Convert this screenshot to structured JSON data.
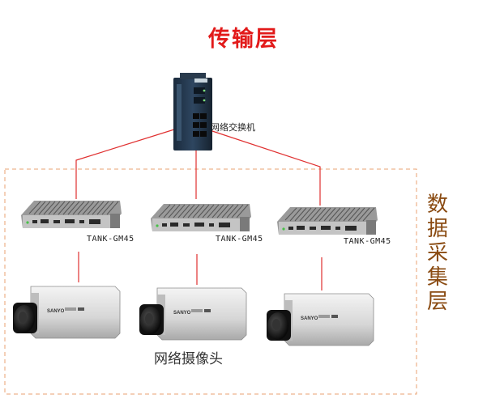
{
  "diagram": {
    "title": "传输层",
    "switch": {
      "label": "网络交换机",
      "icon": "industrial-ethernet-switch"
    },
    "computers": [
      {
        "label": "TANK-GM45",
        "icon": "fanless-embedded-pc"
      },
      {
        "label": "TANK-GM45",
        "icon": "fanless-embedded-pc"
      },
      {
        "label": "TANK-GM45",
        "icon": "fanless-embedded-pc"
      }
    ],
    "cameras": [
      {
        "icon": "ip-camera",
        "brand": "SANYO"
      },
      {
        "icon": "ip-camera",
        "brand": "SANYO"
      },
      {
        "icon": "ip-camera",
        "brand": "SANYO"
      }
    ],
    "zone_label_chars": [
      "数",
      "据",
      "采",
      "集",
      "层"
    ],
    "cameras_label": "网络摄像头",
    "colors": {
      "title": "#e21a1a",
      "links": "#e03030",
      "zone_border": "#e8a070",
      "zone_label": "#8a4b12"
    }
  }
}
